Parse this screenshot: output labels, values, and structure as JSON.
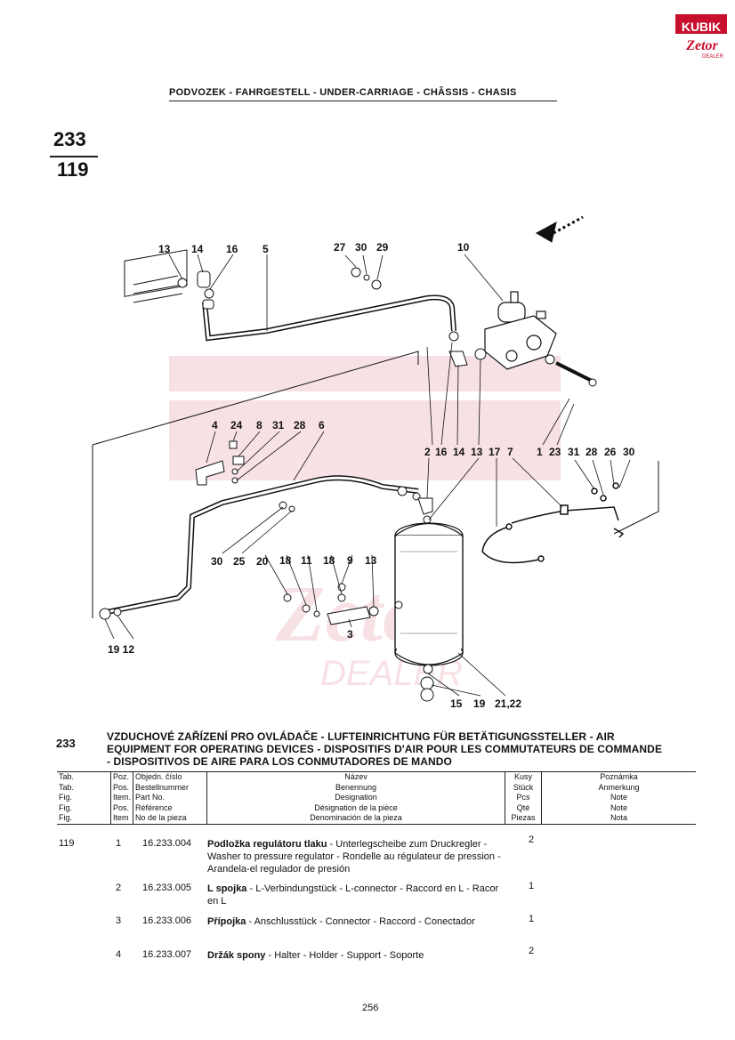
{
  "logo": {
    "brand": "KUBIK",
    "sub": "Zetor",
    "dealer": "DEALER"
  },
  "header": {
    "title": "PODVOZEK - FAHRGESTELL - UNDER-CARRIAGE - CHÂSSIS - CHASIS"
  },
  "table_ref": {
    "tab": "233",
    "fig": "119"
  },
  "diagram": {
    "callouts": {
      "c13a": "13",
      "c14a": "14",
      "c16a": "16",
      "c5": "5",
      "c27": "27",
      "c30a": "30",
      "c29": "29",
      "c10": "10",
      "c4": "4",
      "c24": "24",
      "c8": "8",
      "c31a": "31",
      "c28a": "28",
      "c6": "6",
      "c2": "2",
      "c16b": "16",
      "c14b": "14",
      "c13b": "13",
      "c17": "17",
      "c7": "7",
      "c1": "1",
      "c23": "23",
      "c31b": "31",
      "c28b": "28",
      "c26": "26",
      "c30b": "30",
      "c30c": "30",
      "c25": "25",
      "c20": "20",
      "c18a": "18",
      "c11": "11",
      "c18b": "18",
      "c9": "9",
      "c13c": "13",
      "c3": "3",
      "c1912": "19 12",
      "c15": "15",
      "c19": "19",
      "c2122": "21,22"
    }
  },
  "section": {
    "number": "233",
    "title_line1": "VZDUCHOVÉ ZAŘÍZENÍ PRO OVLÁDAČE - LUFTEINRICHTUNG FÜR BETÄTIGUNGSSTELLER - AIR",
    "title_line2": "EQUIPMENT FOR OPERATING DEVICES - DISPOSITIFS D'AIR POUR LES COMMUTATEURS DE COMMANDE",
    "title_line3": "- DISPOSITIVOS DE AIRE PARA LOS CONMUTADORES DE MANDO"
  },
  "table": {
    "headers": {
      "tab": [
        "Tab.",
        "Tab.",
        "Fig.",
        "Fig.",
        "Fig."
      ],
      "pos": [
        "Poz.",
        "Pos.",
        "Item.",
        "Pos.",
        "Item"
      ],
      "part": [
        "Objedn. číslo",
        "Bestellnummer",
        "Part No.",
        "Référence",
        "No de la pieza"
      ],
      "name": [
        "Název",
        "Benennung",
        "Designation",
        "Désignation de la pièce",
        "Denominación de la pieza"
      ],
      "qty": [
        "Kusy",
        "Stück",
        "Pcs",
        "Qté",
        "Piezas"
      ],
      "note": [
        "Poznámka",
        "Anmerkung",
        "Note",
        "Note",
        "Nota"
      ]
    },
    "rows": [
      {
        "tab": "119",
        "pos": "1",
        "part": "16.233.004",
        "name_bold": "Podložka regulátoru tlaku",
        "name_rest": " - Unterlegscheibe zum Druckregler - Washer to pressure regulator - Rondelle au régulateur de pression - Arandela-el regulador de presión",
        "qty": "2"
      },
      {
        "tab": "",
        "pos": "2",
        "part": "16.233.005",
        "name_bold": "L spojka",
        "name_rest": " - L-Verbindungstück - L-connector - Raccord en L - Racor en L",
        "qty": "1"
      },
      {
        "tab": "",
        "pos": "3",
        "part": "16.233.006",
        "name_bold": "Přípojka",
        "name_rest": " - Anschlusstück - Connector - Raccord - Conectador",
        "qty": "1"
      },
      {
        "tab": "",
        "pos": "4",
        "part": "16.233.007",
        "name_bold": "Držák spony",
        "name_rest": " - Halter - Holder - Support - Soporte",
        "qty": "2"
      }
    ]
  },
  "page_number": "256"
}
